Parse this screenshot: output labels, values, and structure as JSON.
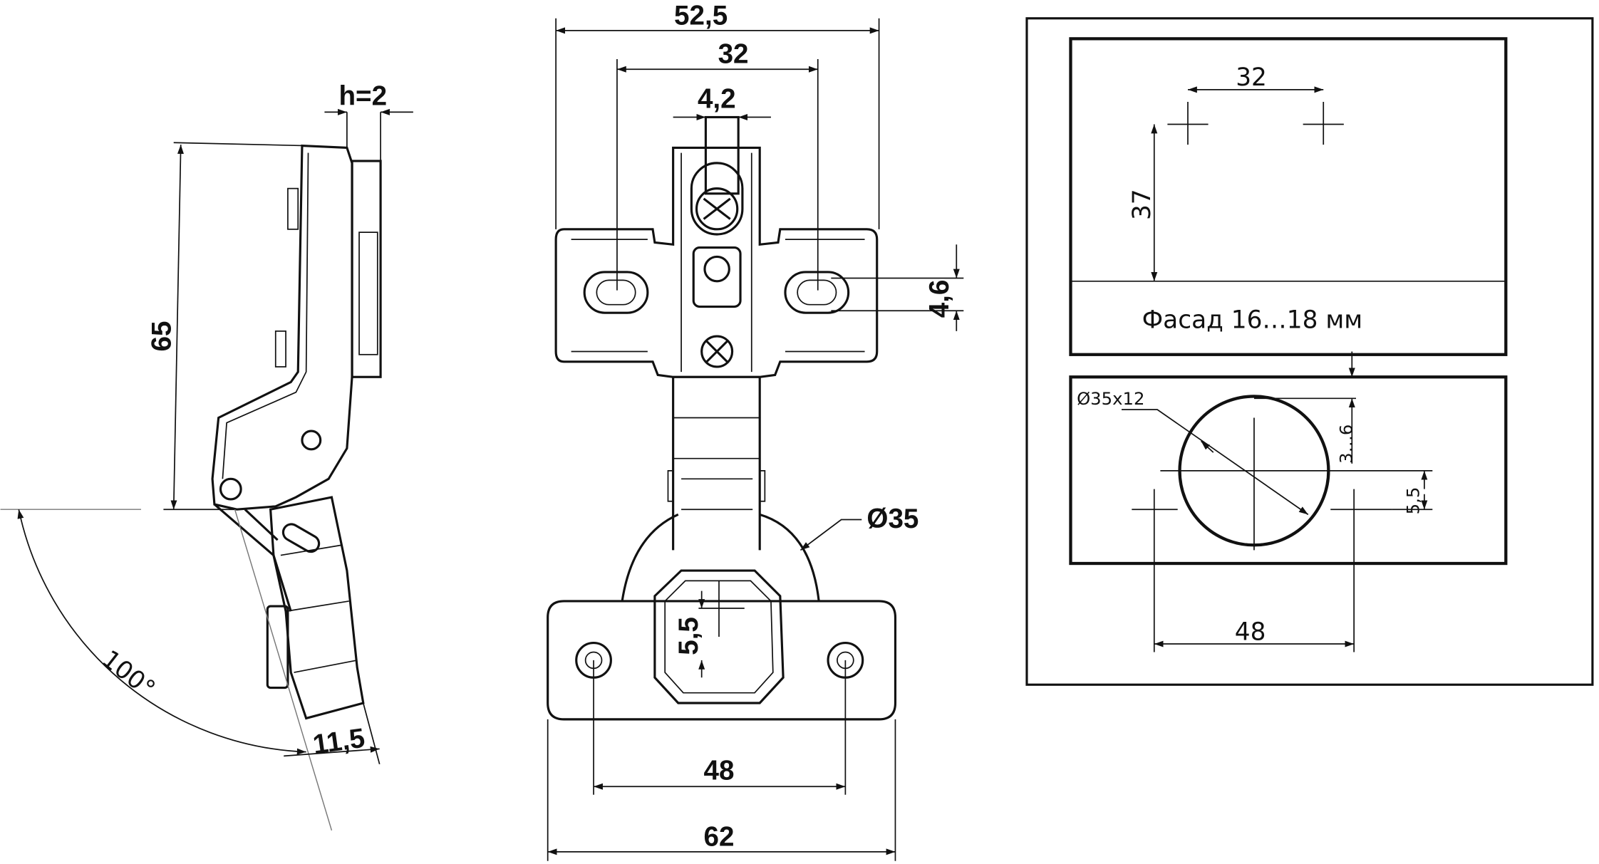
{
  "side_view": {
    "overlay_label": "h=2",
    "height_label": "65",
    "angle_label": "100°",
    "arm_thickness_label": "11,5"
  },
  "front_view": {
    "overall_width_label": "52,5",
    "hole_spacing_label": "32",
    "slot_width_label": "4,2",
    "slot_height_label": "4,6",
    "cup_diameter_label": "Ø35",
    "cup_offset_label": "5,5",
    "plate_hole_spacing_label": "48",
    "plate_width_label": "62"
  },
  "drilling_scheme": {
    "top_hole_spacing_label": "32",
    "top_hole_depth_label": "37",
    "facade_label": "Фасад 16…18 мм",
    "cup_hole_label": "Ø35x12",
    "edge_distance_label": "3…6",
    "screw_offset_label": "5,5",
    "screw_spacing_label": "48"
  }
}
